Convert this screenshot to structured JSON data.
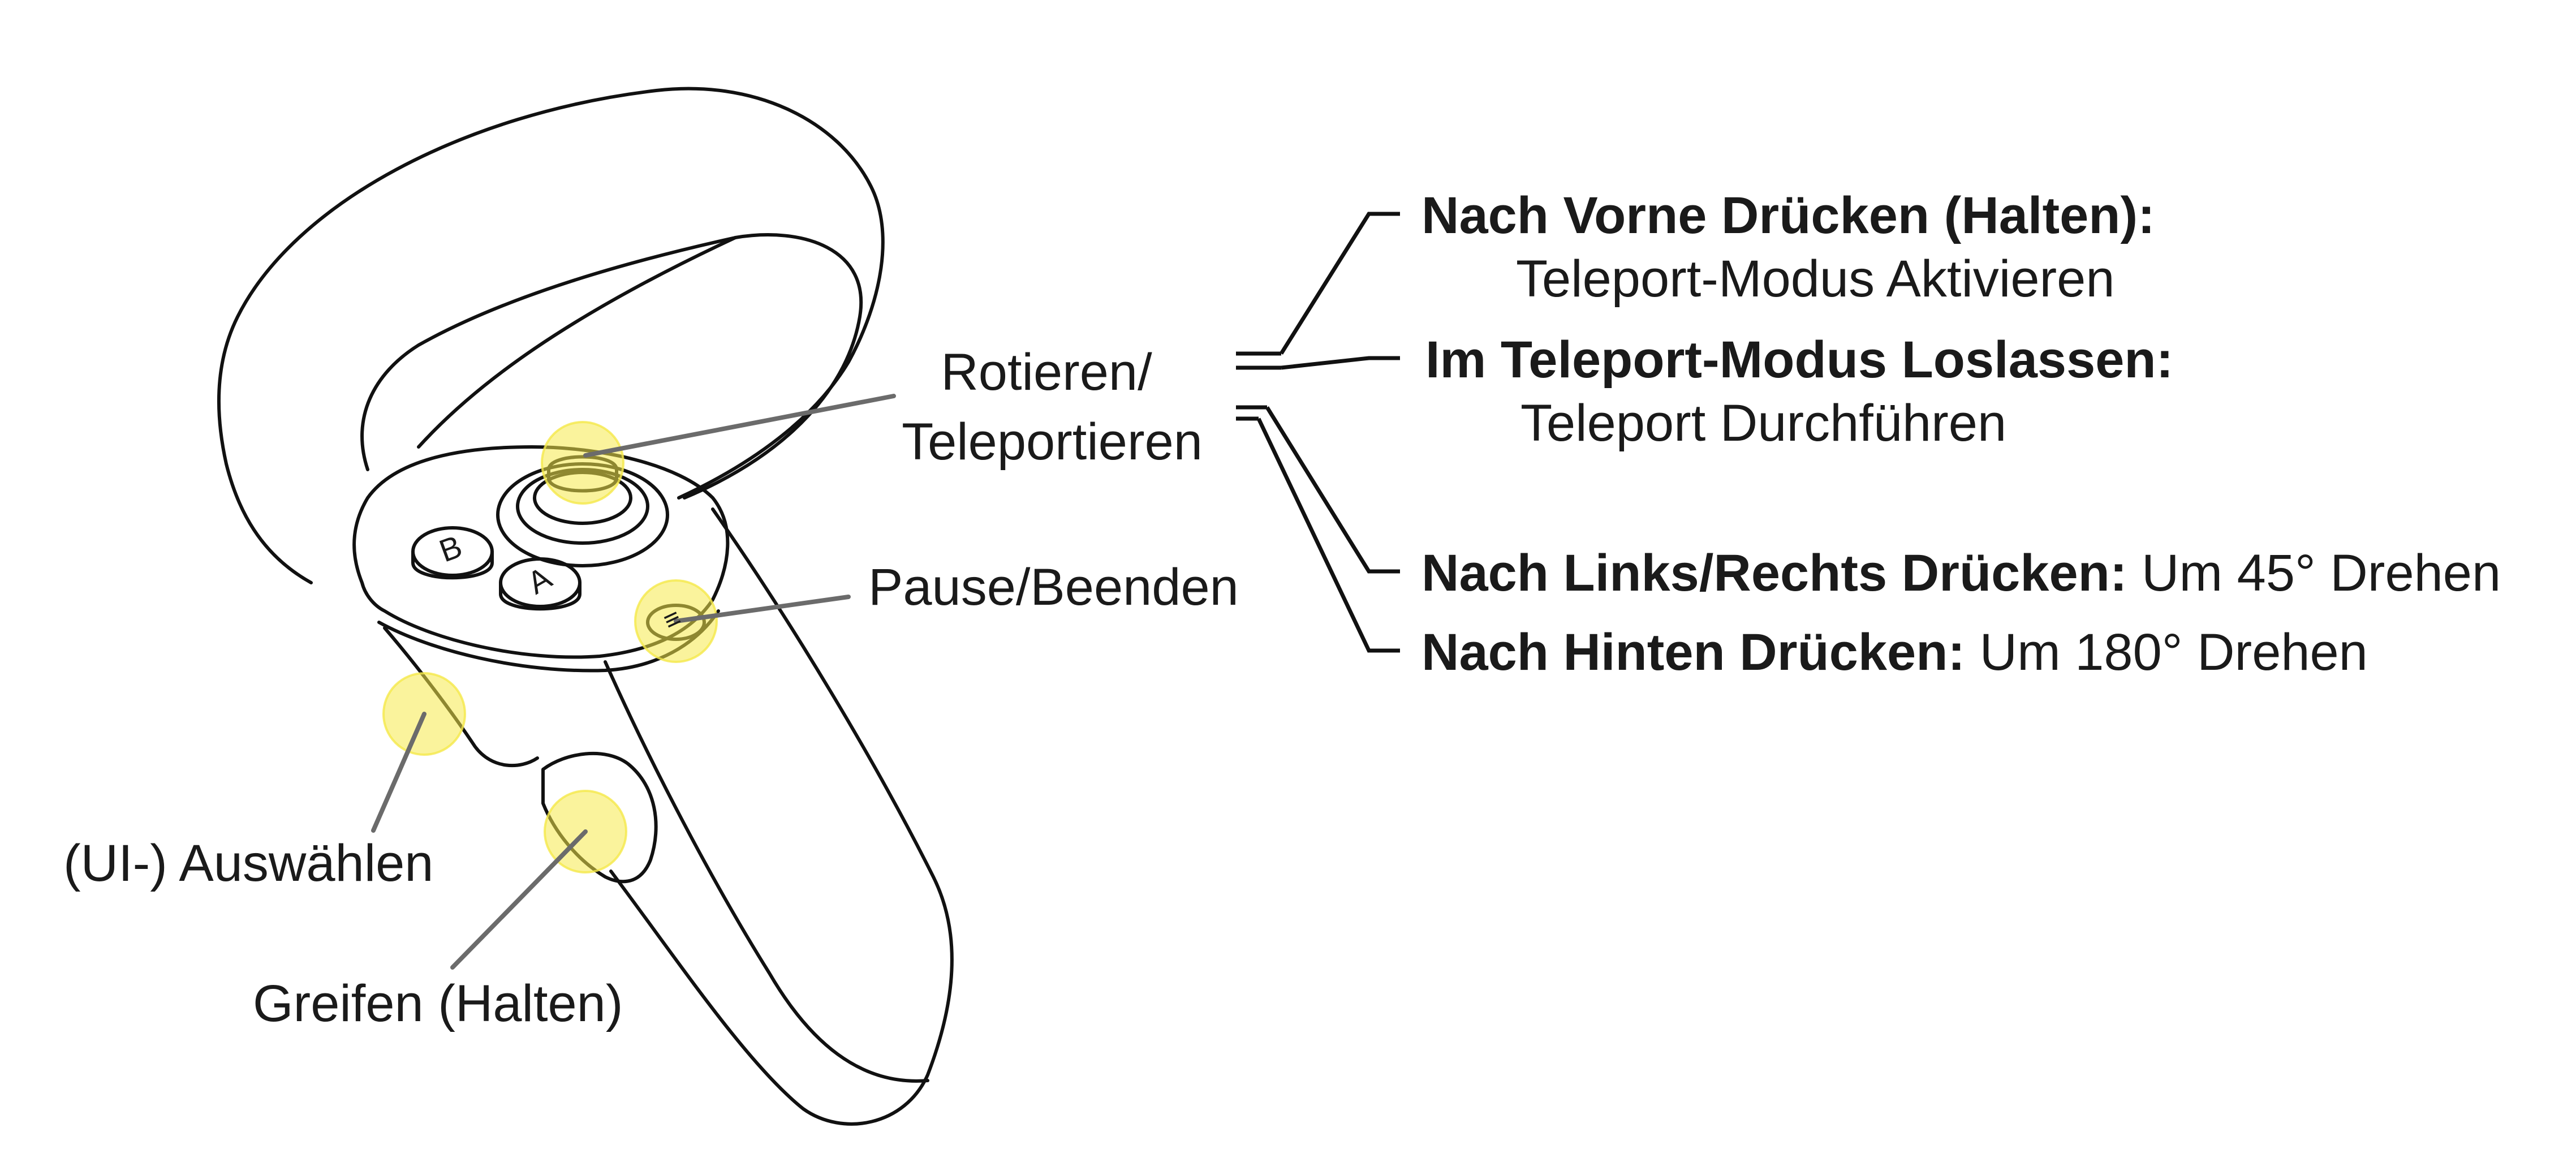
{
  "colors": {
    "outline": "#111111",
    "leader": "#6b6b6b",
    "highlight": "#f5e94a",
    "text": "#1a1a1a"
  },
  "controller": {
    "buttons": {
      "b": "B",
      "a": "A",
      "menu": "≡"
    }
  },
  "labels": {
    "rotate_line1": "Rotieren/",
    "rotate_line2": "Teleportieren",
    "pause": "Pause/Beenden",
    "select": "(UI-) Auswählen",
    "grab": "Greifen (Halten)"
  },
  "actions": [
    {
      "bold": "Nach Vorne Drücken (Halten):",
      "normal": "Teleport-Modus Aktivieren"
    },
    {
      "bold": "Im Teleport-Modus Loslassen:",
      "normal": "Teleport Durchführen"
    },
    {
      "bold": "Nach Links/Rechts Drücken:",
      "normal": "Um 45° Drehen"
    },
    {
      "bold": "Nach Hinten Drücken:",
      "normal": "Um 180° Drehen"
    }
  ]
}
